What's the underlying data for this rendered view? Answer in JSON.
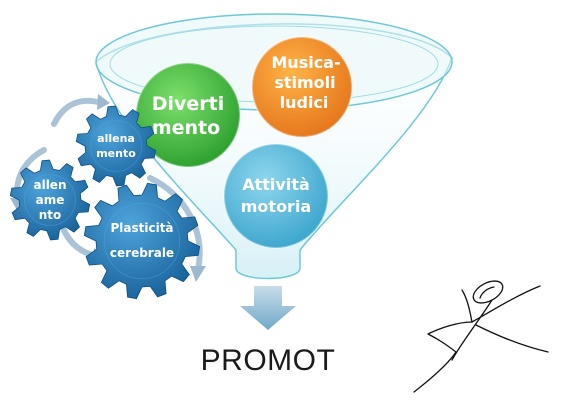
{
  "bubbles": [
    {
      "id": "divertimento",
      "lines": [
        "Diverti",
        "mento"
      ],
      "color": "#3cb83a"
    },
    {
      "id": "musica",
      "lines": [
        "Musica-",
        "stimoli",
        "ludici"
      ],
      "color": "#f08c1c"
    },
    {
      "id": "attivita",
      "lines": [
        "Attività",
        "motoria"
      ],
      "color": "#4fb7d9"
    }
  ],
  "gears": [
    {
      "id": "allenamento-top",
      "lines": [
        "allena",
        "mento"
      ]
    },
    {
      "id": "allenamento-left",
      "lines": [
        "allen",
        "ame",
        "nto"
      ]
    },
    {
      "id": "plasticita",
      "lines": [
        "Plasticità",
        "cerebrale"
      ]
    }
  ],
  "output_label": "PROMOT",
  "colors": {
    "funnel_stroke": "#6ec8d8",
    "funnel_fill": "#e6f5f8",
    "gear_fill": "#1f78b4",
    "gear_arrow": "#9cb8cf",
    "down_arrow": "#7ab0cc"
  },
  "icons": {
    "runner": "runner-sketch-icon",
    "down_arrow": "arrow-down-icon"
  }
}
